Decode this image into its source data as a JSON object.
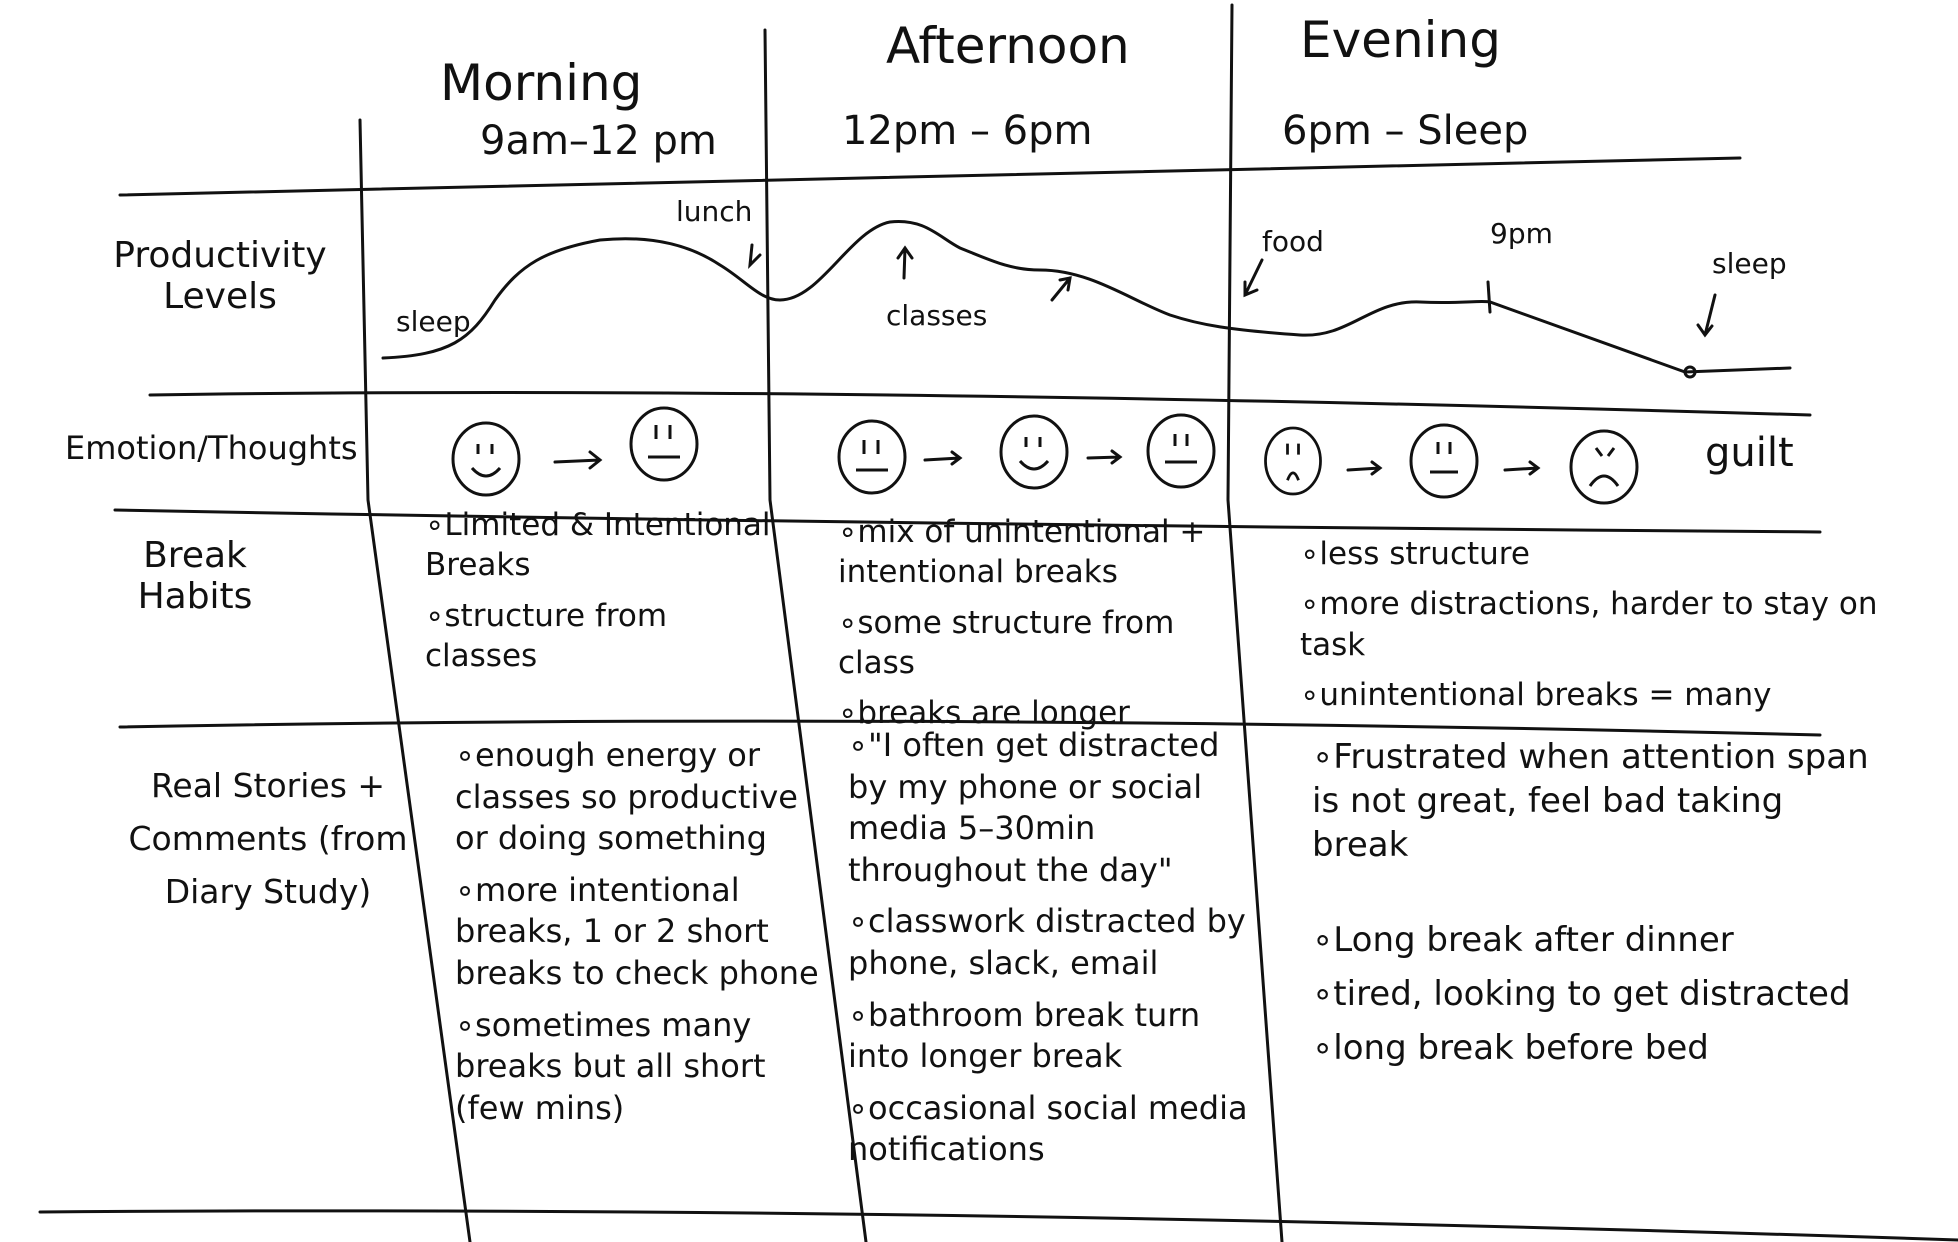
{
  "columns": [
    {
      "title": "Morning",
      "time": "9am–12 pm"
    },
    {
      "title": "Afternoon",
      "time": "12pm – 6pm"
    },
    {
      "title": "Evening",
      "time": "6pm – Sleep"
    }
  ],
  "rows": {
    "productivity": "Productivity Levels",
    "emotion": "Emotion/Thoughts",
    "break": "Break Habits",
    "stories": "Real Stories + Comments (from Diary Study)"
  },
  "productivity_annotations": {
    "sleep_start": "sleep",
    "lunch": "lunch",
    "classes": "classes",
    "food": "food",
    "nine_pm": "9pm",
    "sleep_end": "sleep"
  },
  "emotions": {
    "morning": [
      "happy",
      "neutral"
    ],
    "afternoon": [
      "neutral",
      "happy",
      "neutral"
    ],
    "evening": [
      "sad",
      "neutral",
      "sad"
    ],
    "evening_note": "guilt"
  },
  "break_habits": {
    "morning": [
      "Limited & Intentional Breaks",
      "structure from classes"
    ],
    "afternoon": [
      "mix of unintentional + intentional breaks",
      "some structure from class",
      "breaks are longer"
    ],
    "evening": [
      "less structure",
      "more distractions, harder to stay on task",
      "unintentional breaks = many"
    ]
  },
  "stories": {
    "morning": [
      "enough energy or classes so productive or doing something",
      "more intentional breaks, 1 or 2 short breaks to check phone",
      "sometimes many breaks but all short (few mins)"
    ],
    "afternoon": [
      "\"I often get distracted by my phone or social media 5–30min throughout the day\"",
      "classwork distracted by phone, slack, email",
      "bathroom break turn into longer break",
      "occasional social media notifications"
    ],
    "evening": [
      "Frustrated when attention span is not great, feel bad taking break",
      "Long break after dinner",
      "tired, looking to get distracted",
      "long break before bed"
    ]
  }
}
